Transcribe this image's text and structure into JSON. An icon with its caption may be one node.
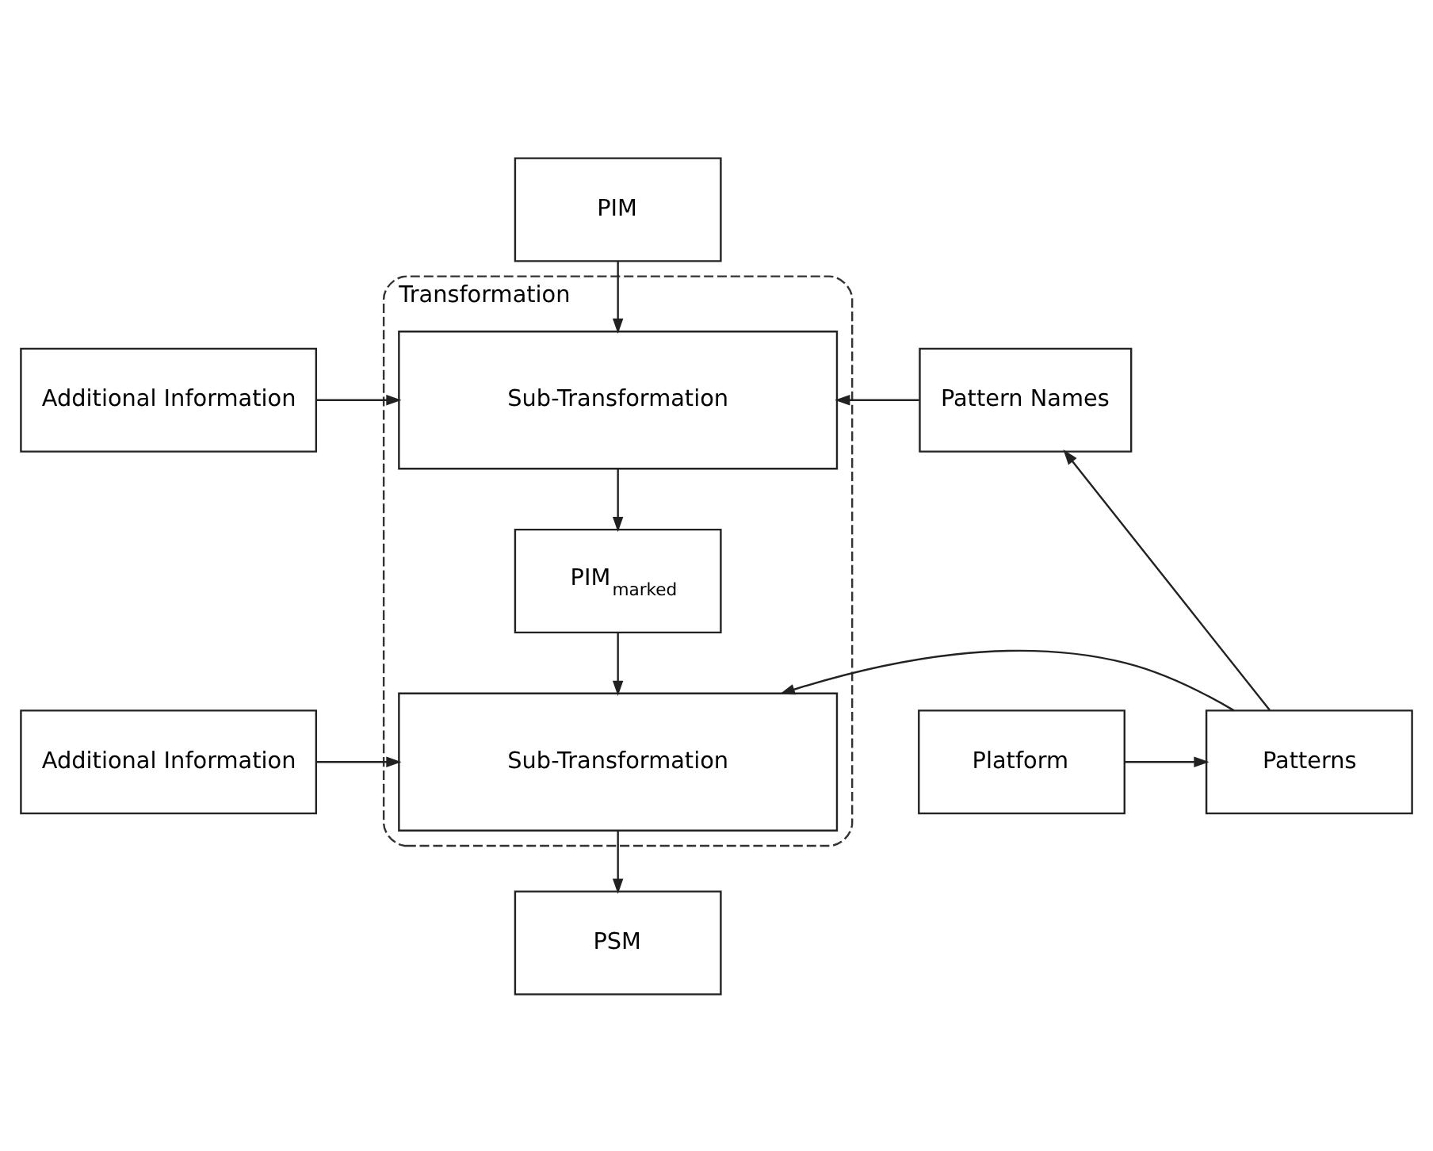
{
  "diagram": {
    "nodes": [
      {
        "text": [
          "PIM"
        ]
      },
      {
        "text": [
          "Transformation"
        ]
      },
      {
        "text": [
          "Additional Information"
        ]
      },
      {
        "text": [
          "Sub-Transformation"
        ],
        "in": 1
      },
      {
        "text": [
          "Pattern Names"
        ]
      },
      {
        "text": [
          "PIM$_{marked}$"
        ],
        "in": 1
      },
      {
        "text": [
          "Additional Information"
        ]
      },
      {
        "text": [
          "Sub-Transformation"
        ],
        "in": 1
      },
      {
        "text": [
          "Patterns"
        ]
      },
      {
        "text": [
          "Platform"
        ]
      },
      {
        "text": [
          "PSM"
        ]
      }
    ],
    "edges": [
      {
        "from": 0,
        "to": 3,
        "arrow": "to"
      },
      {
        "from": 2,
        "to": 3,
        "arrow": "to"
      },
      {
        "from": 4,
        "to": 3,
        "arrow": "to"
      },
      {
        "from": 3,
        "to": 5,
        "arrow": "to"
      },
      {
        "from": 5,
        "to": 7,
        "arrow": "to"
      },
      {
        "from": 6,
        "to": 7,
        "arrow": "to"
      },
      {
        "from": 8,
        "to": 7,
        "arrow": "to"
      },
      {
        "from": 8,
        "to": 4,
        "arrow": "to"
      },
      {
        "from": 9,
        "to": 8,
        "arrow": "to"
      },
      {
        "from": 7,
        "to": 10,
        "arrow": "to"
      }
    ]
  }
}
